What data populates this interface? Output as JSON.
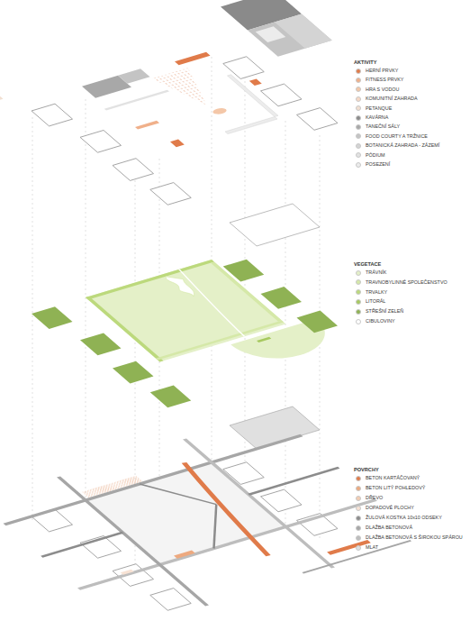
{
  "diagram": {
    "labels": [
      "AKTIVITY",
      "VEGETACE",
      "POVRCHY"
    ],
    "legend": [
      {
        "text": "HERNÍ PRVKY",
        "color": "#e07b4a"
      },
      {
        "text": "FITNESS PRVKY",
        "color": "#f0b08a"
      },
      {
        "text": "HRA S VODOU",
        "color": "#f4c7a8"
      },
      {
        "text": "KOMUNITNÍ ZAHRADA",
        "color": "#f7d9c6"
      },
      {
        "text": "PETANQUE",
        "color": "#f2e0d2"
      },
      {
        "text": "KAVÁRNA",
        "color": "#8a8a8a"
      },
      {
        "text": "TANEČNÍ SÁLY",
        "color": "#a8a8a8"
      },
      {
        "text": "FOOD COURTY A TRŽNICE",
        "color": "#c4c4c4"
      },
      {
        "text": "BOTANICKÁ ZAHRADA - ZÁZEMÍ",
        "color": "#d4d4d4"
      },
      {
        "text": "PÓDIUM",
        "color": "#e2e2e2"
      },
      {
        "text": "POSEZENÍ",
        "color": "#ececec"
      },
      {
        "text": "TRÁVNÍK",
        "color": "#e4f0c8"
      },
      {
        "text": "TRAVNOBYLINNÉ SPOLEČENSTVO",
        "color": "#d5e8a8"
      },
      {
        "text": "TRVALKY",
        "color": "#bcd97c"
      },
      {
        "text": "LITORÁL",
        "color": "#a7c960"
      },
      {
        "text": "STŘEŠNÍ ZELEŇ",
        "color": "#8fb254"
      },
      {
        "text": "CIBULOVINY",
        "color": "#ffffff"
      },
      {
        "text": "BETON KARTÁČOVANÝ",
        "color": "#e07b4a"
      },
      {
        "text": "BETON LITÝ POHLEDOVÝ",
        "color": "#eda97f"
      },
      {
        "text": "DŘEVO",
        "color": "#f3cdb3"
      },
      {
        "text": "DOPADOVÉ PLOCHY",
        "color": "#f7e2d4"
      },
      {
        "text": "ŽULOVÁ KOSTKA 10x10 ODSEKY",
        "color": "#8c8c8c"
      },
      {
        "text": "DLAŽBA BETONOVÁ",
        "color": "#a6a6a6"
      },
      {
        "text": "DLAŽBA BETONOVÁ S ŠIROKOU SPÁROU",
        "color": "#bdbdbd"
      },
      {
        "text": "MLAT",
        "color": "#e0e0e0"
      }
    ]
  }
}
